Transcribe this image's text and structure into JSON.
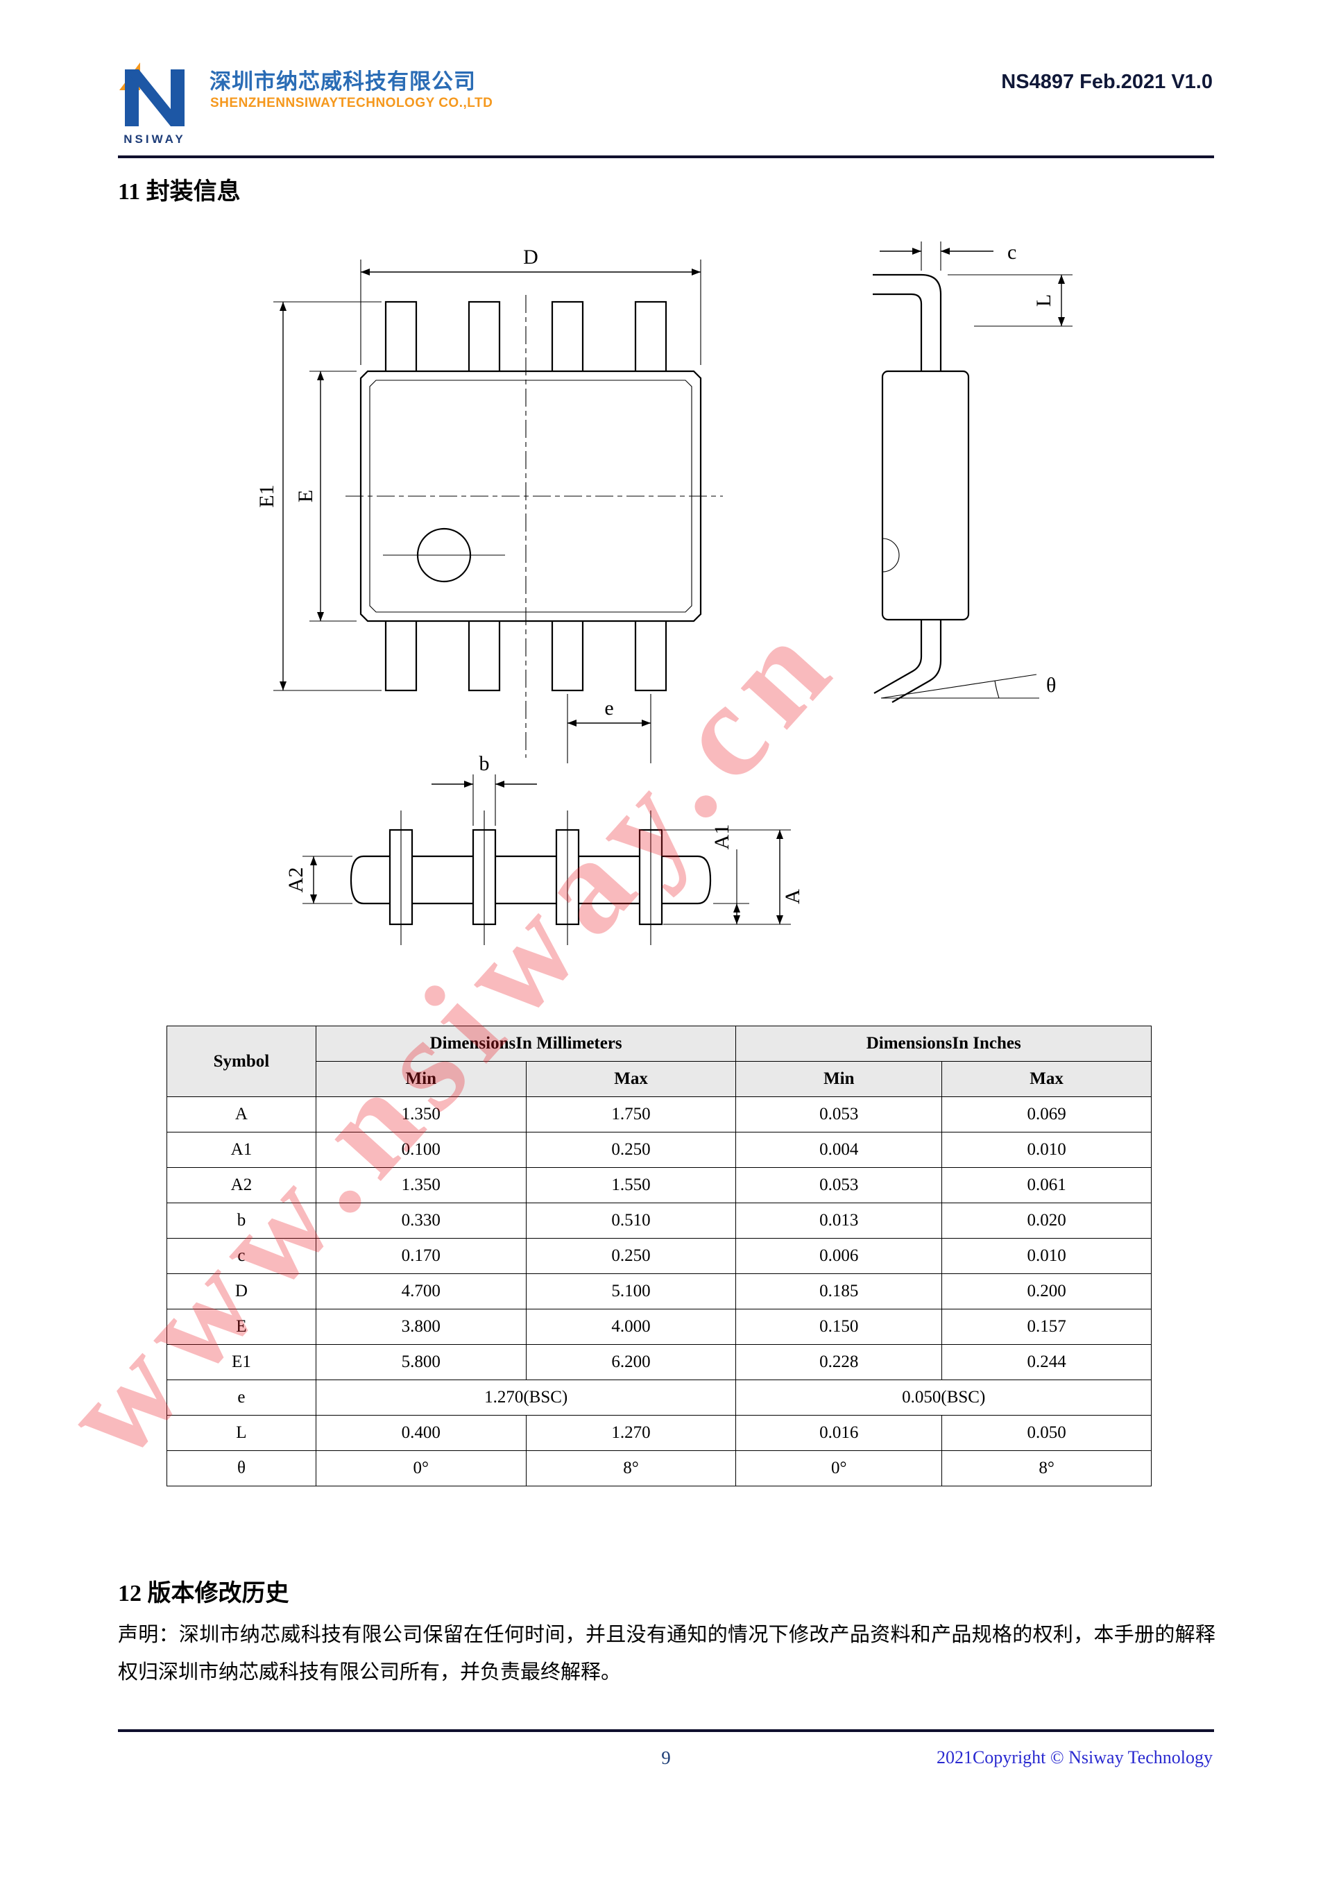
{
  "header": {
    "logo_text": "NSIWAY",
    "company_cn": "深圳市纳芯威科技有限公司",
    "company_en": "SHENZHENNSIWAYTECHNOLOGY CO.,LTD",
    "doc_ref": "NS4897 Feb.2021 V1.0"
  },
  "sections": {
    "package_info_title": "11 封装信息",
    "revision_title": "12 版本修改历史",
    "disclaimer": "声明：深圳市纳芯威科技有限公司保留在任何时间，并且没有通知的情况下修改产品资料和产品规格的权利，本手册的解释权归深圳市纳芯威科技有限公司所有，并负责最终解释。"
  },
  "drawing": {
    "labels": {
      "D": "D",
      "E": "E",
      "E1": "E1",
      "e": "e",
      "b": "b",
      "c": "c",
      "L": "L",
      "A": "A",
      "A1": "A1",
      "A2": "A2",
      "theta": "θ"
    }
  },
  "table": {
    "col_symbol": "Symbol",
    "col_mm": "DimensionsIn Millimeters",
    "col_inch": "DimensionsIn Inches",
    "col_min": "Min",
    "col_max": "Max",
    "rows": [
      {
        "symbol": "A",
        "mm_min": "1.350",
        "mm_max": "1.750",
        "in_min": "0.053",
        "in_max": "0.069"
      },
      {
        "symbol": "A1",
        "mm_min": "0.100",
        "mm_max": "0.250",
        "in_min": "0.004",
        "in_max": "0.010"
      },
      {
        "symbol": "A2",
        "mm_min": "1.350",
        "mm_max": "1.550",
        "in_min": "0.053",
        "in_max": "0.061"
      },
      {
        "symbol": "b",
        "mm_min": "0.330",
        "mm_max": "0.510",
        "in_min": "0.013",
        "in_max": "0.020"
      },
      {
        "symbol": "c",
        "mm_min": "0.170",
        "mm_max": "0.250",
        "in_min": "0.006",
        "in_max": "0.010"
      },
      {
        "symbol": "D",
        "mm_min": "4.700",
        "mm_max": "5.100",
        "in_min": "0.185",
        "in_max": "0.200"
      },
      {
        "symbol": "E",
        "mm_min": "3.800",
        "mm_max": "4.000",
        "in_min": "0.150",
        "in_max": "0.157"
      },
      {
        "symbol": "E1",
        "mm_min": "5.800",
        "mm_max": "6.200",
        "in_min": "0.228",
        "in_max": "0.244"
      }
    ],
    "row_e": {
      "symbol": "e",
      "mm": "1.270(BSC)",
      "inch": "0.050(BSC)"
    },
    "rows_bottom": [
      {
        "symbol": "L",
        "mm_min": "0.400",
        "mm_max": "1.270",
        "in_min": "0.016",
        "in_max": "0.050"
      },
      {
        "symbol": "θ",
        "mm_min": "0°",
        "mm_max": "8°",
        "in_min": "0°",
        "in_max": "8°"
      }
    ]
  },
  "footer": {
    "page_number": "9",
    "copyright": "2021Copyright © Nsiway Technology"
  },
  "watermark_text": "www.nsiway.cn",
  "colors": {
    "brand_blue": "#2a6cb5",
    "brand_orange": "#f5981d",
    "rule_dark": "#10102e",
    "watermark_red": "#ec1c24",
    "copyright_blue": "#2a2ad0",
    "table_header_bg": "#e9e9e9"
  }
}
